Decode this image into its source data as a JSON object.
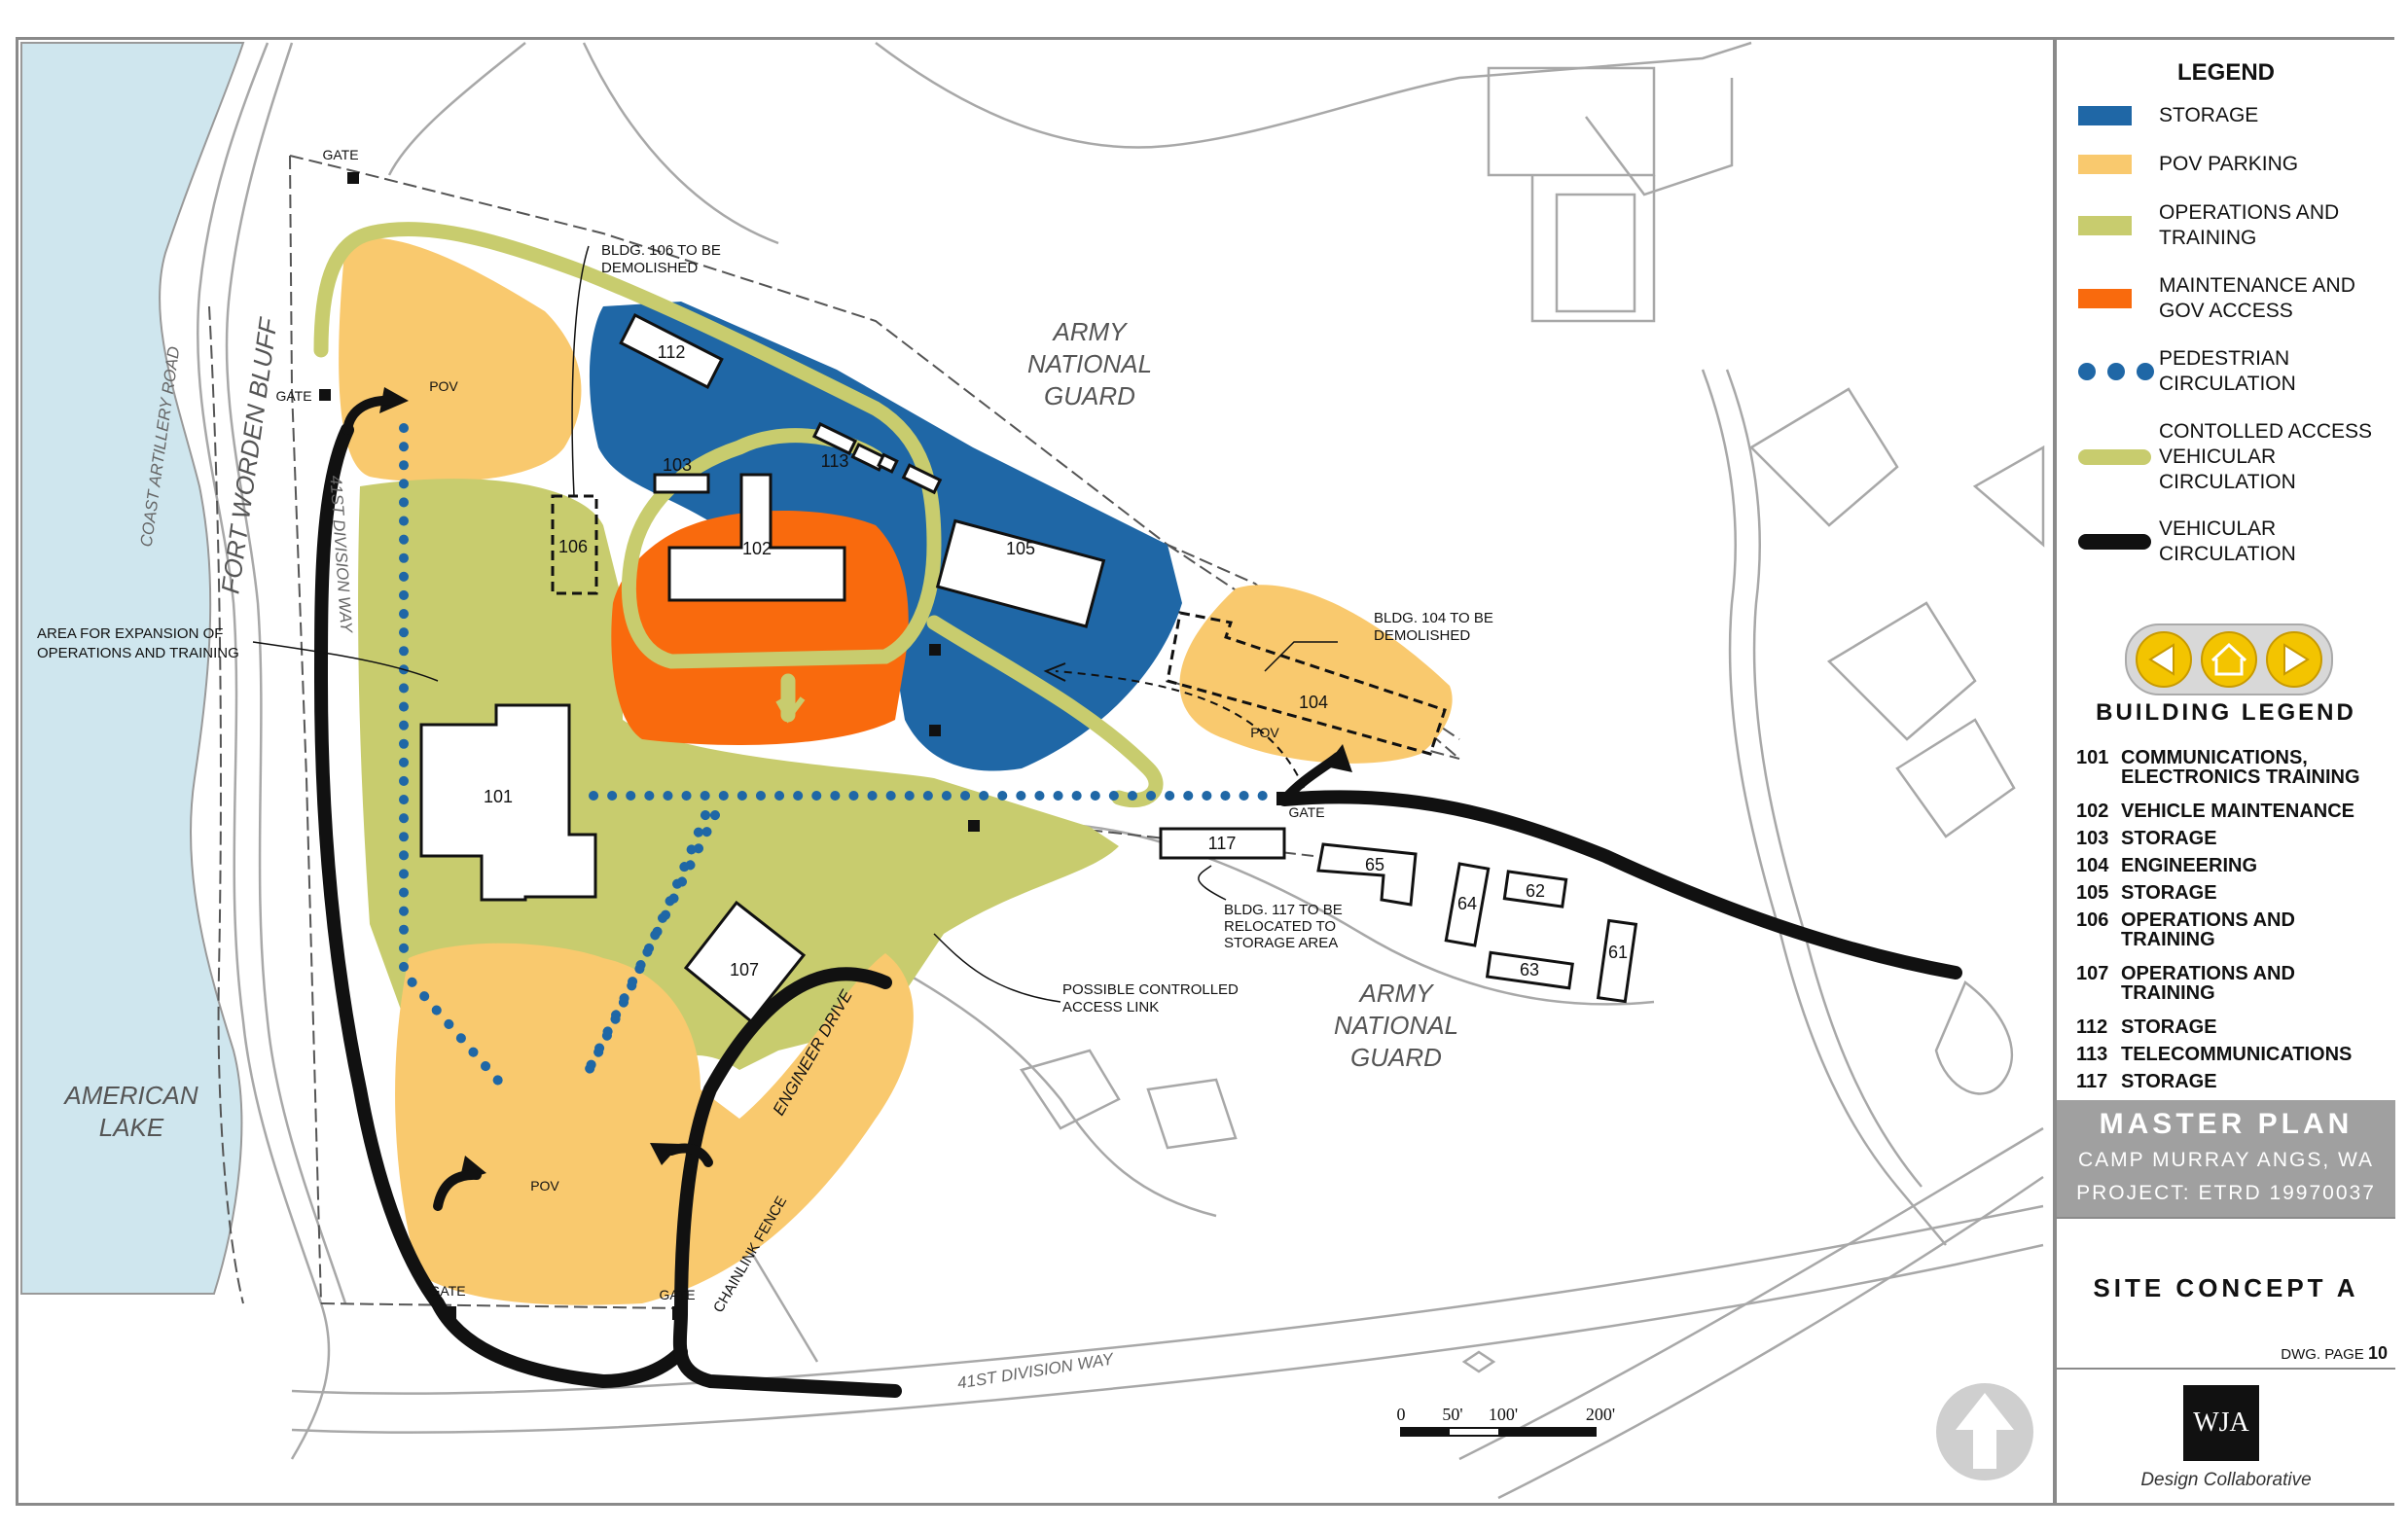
{
  "colors": {
    "storage": "#1f67a6",
    "pov_parking": "#f9c96e",
    "operations_training": "#c8cc6e",
    "maintenance": "#f96a0d",
    "pedestrian": "#1f67a6",
    "controlled_access": "#c8cc6e",
    "vehicular": "#111111",
    "water": "#cfe6ee"
  },
  "map": {
    "lake_label": "AMERICAN\nLAKE",
    "bluff_label": "FORT WORDEN BLUFF",
    "coast_road": "COAST ARTILLERY ROAD",
    "division_way_left": "41ST DIVISION WAY",
    "division_way_bottom": "41ST DIVISION WAY",
    "engineer_drive": "ENGINEER DRIVE",
    "chainlink": "CHAINLINK FENCE",
    "army_guard_1": "ARMY\nNATIONAL\nGUARD",
    "army_guard_2": "ARMY\nNATIONAL\nGUARD",
    "gate": "GATE",
    "pov": "POV",
    "expansion_note": "AREA FOR EXPANSION OF\nOPERATIONS AND TRAINING",
    "note_106": "BLDG. 106 TO BE\nDEMOLISHED",
    "note_104": "BLDG. 104 TO BE\nDEMOLISHED",
    "note_117": "BLDG. 117 TO BE\nRELOCATED TO\nSTORAGE AREA",
    "note_link": "POSSIBLE CONTROLLED\nACCESS LINK",
    "buildings": [
      "101",
      "102",
      "103",
      "104",
      "105",
      "106",
      "107",
      "112",
      "113",
      "117",
      "61",
      "62",
      "63",
      "64",
      "65"
    ],
    "scale": [
      "0",
      "50'",
      "100'",
      "200'"
    ]
  },
  "legend": {
    "title": "LEGEND",
    "items": [
      {
        "label": "STORAGE",
        "kind": "rect",
        "color_key": "storage"
      },
      {
        "label": "POV PARKING",
        "kind": "rect",
        "color_key": "pov_parking"
      },
      {
        "label": "OPERATIONS AND\nTRAINING",
        "kind": "rect",
        "color_key": "operations_training"
      },
      {
        "label": "MAINTENANCE AND\nGOV ACCESS",
        "kind": "rect",
        "color_key": "maintenance"
      },
      {
        "label": "PEDESTRIAN\nCIRCULATION",
        "kind": "dots",
        "color_key": "pedestrian"
      },
      {
        "label": "CONTOLLED ACCESS\nVEHICULAR\nCIRCULATION",
        "kind": "line",
        "color_key": "controlled_access"
      },
      {
        "label": "VEHICULAR\nCIRCULATION",
        "kind": "line",
        "color_key": "vehicular"
      }
    ]
  },
  "nav_icons": [
    "prev-arrow-icon",
    "home-icon",
    "next-arrow-icon"
  ],
  "building_legend": {
    "title": "BUILDING LEGEND",
    "items": [
      {
        "code": "101",
        "name": "COMMUNICATIONS,\nELECTRONICS TRAINING"
      },
      {
        "code": "102",
        "name": "VEHICLE MAINTENANCE"
      },
      {
        "code": "103",
        "name": "STORAGE"
      },
      {
        "code": "104",
        "name": "ENGINEERING"
      },
      {
        "code": "105",
        "name": "STORAGE"
      },
      {
        "code": "106",
        "name": "OPERATIONS AND\nTRAINING"
      },
      {
        "code": "107",
        "name": "OPERATIONS AND\nTRAINING"
      },
      {
        "code": "112",
        "name": "STORAGE"
      },
      {
        "code": "113",
        "name": "TELECOMMUNICATIONS"
      },
      {
        "code": "117",
        "name": "STORAGE"
      }
    ]
  },
  "title_block": {
    "title": "MASTER PLAN",
    "location": "CAMP MURRAY ANGS, WA",
    "project": "PROJECT: ETRD 19970037",
    "concept": "SITE CONCEPT A",
    "dwg_page_label": "DWG. PAGE",
    "dwg_page_num": "10",
    "logo": "WJA",
    "firm": "Design Collaborative"
  }
}
